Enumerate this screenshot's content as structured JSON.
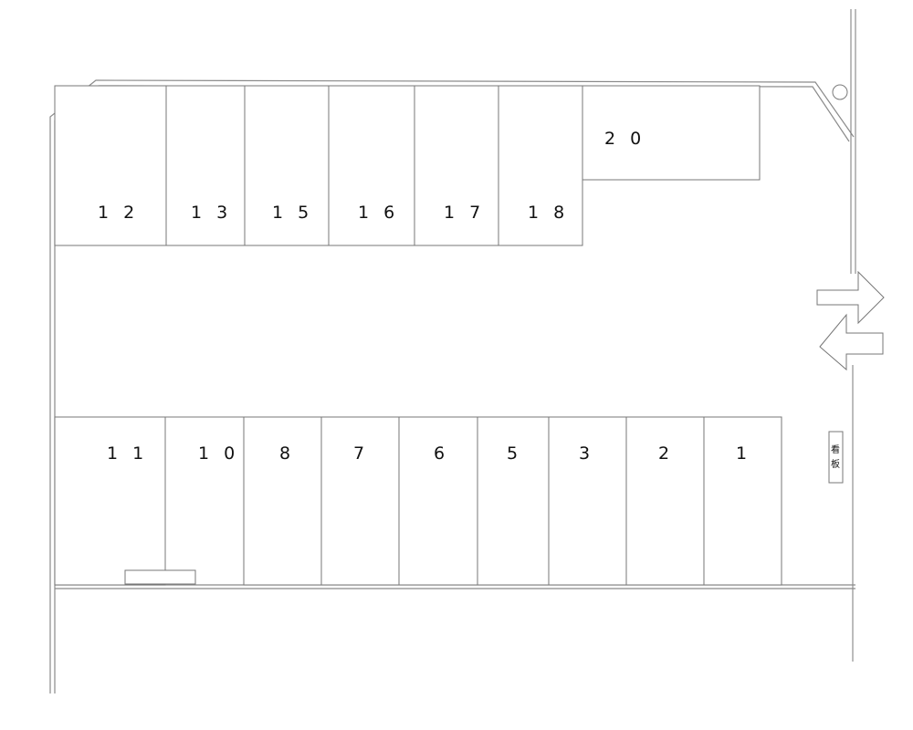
{
  "lot": {
    "stalls_top": [
      {
        "id": "stall-12",
        "label": "1 2"
      },
      {
        "id": "stall-13",
        "label": "1 3"
      },
      {
        "id": "stall-15",
        "label": "1 5"
      },
      {
        "id": "stall-16",
        "label": "1 6"
      },
      {
        "id": "stall-17",
        "label": "1 7"
      },
      {
        "id": "stall-18",
        "label": "1 8"
      },
      {
        "id": "stall-20",
        "label": "2 0"
      }
    ],
    "stalls_bottom": [
      {
        "id": "stall-11",
        "label": "1 1"
      },
      {
        "id": "stall-10",
        "label": "1 0"
      },
      {
        "id": "stall-8",
        "label": "8"
      },
      {
        "id": "stall-7",
        "label": "7"
      },
      {
        "id": "stall-6",
        "label": "6"
      },
      {
        "id": "stall-5",
        "label": "5"
      },
      {
        "id": "stall-3",
        "label": "3"
      },
      {
        "id": "stall-2",
        "label": "2"
      },
      {
        "id": "stall-1",
        "label": "1"
      }
    ],
    "sign": {
      "line1": "看",
      "line2": "板"
    }
  }
}
